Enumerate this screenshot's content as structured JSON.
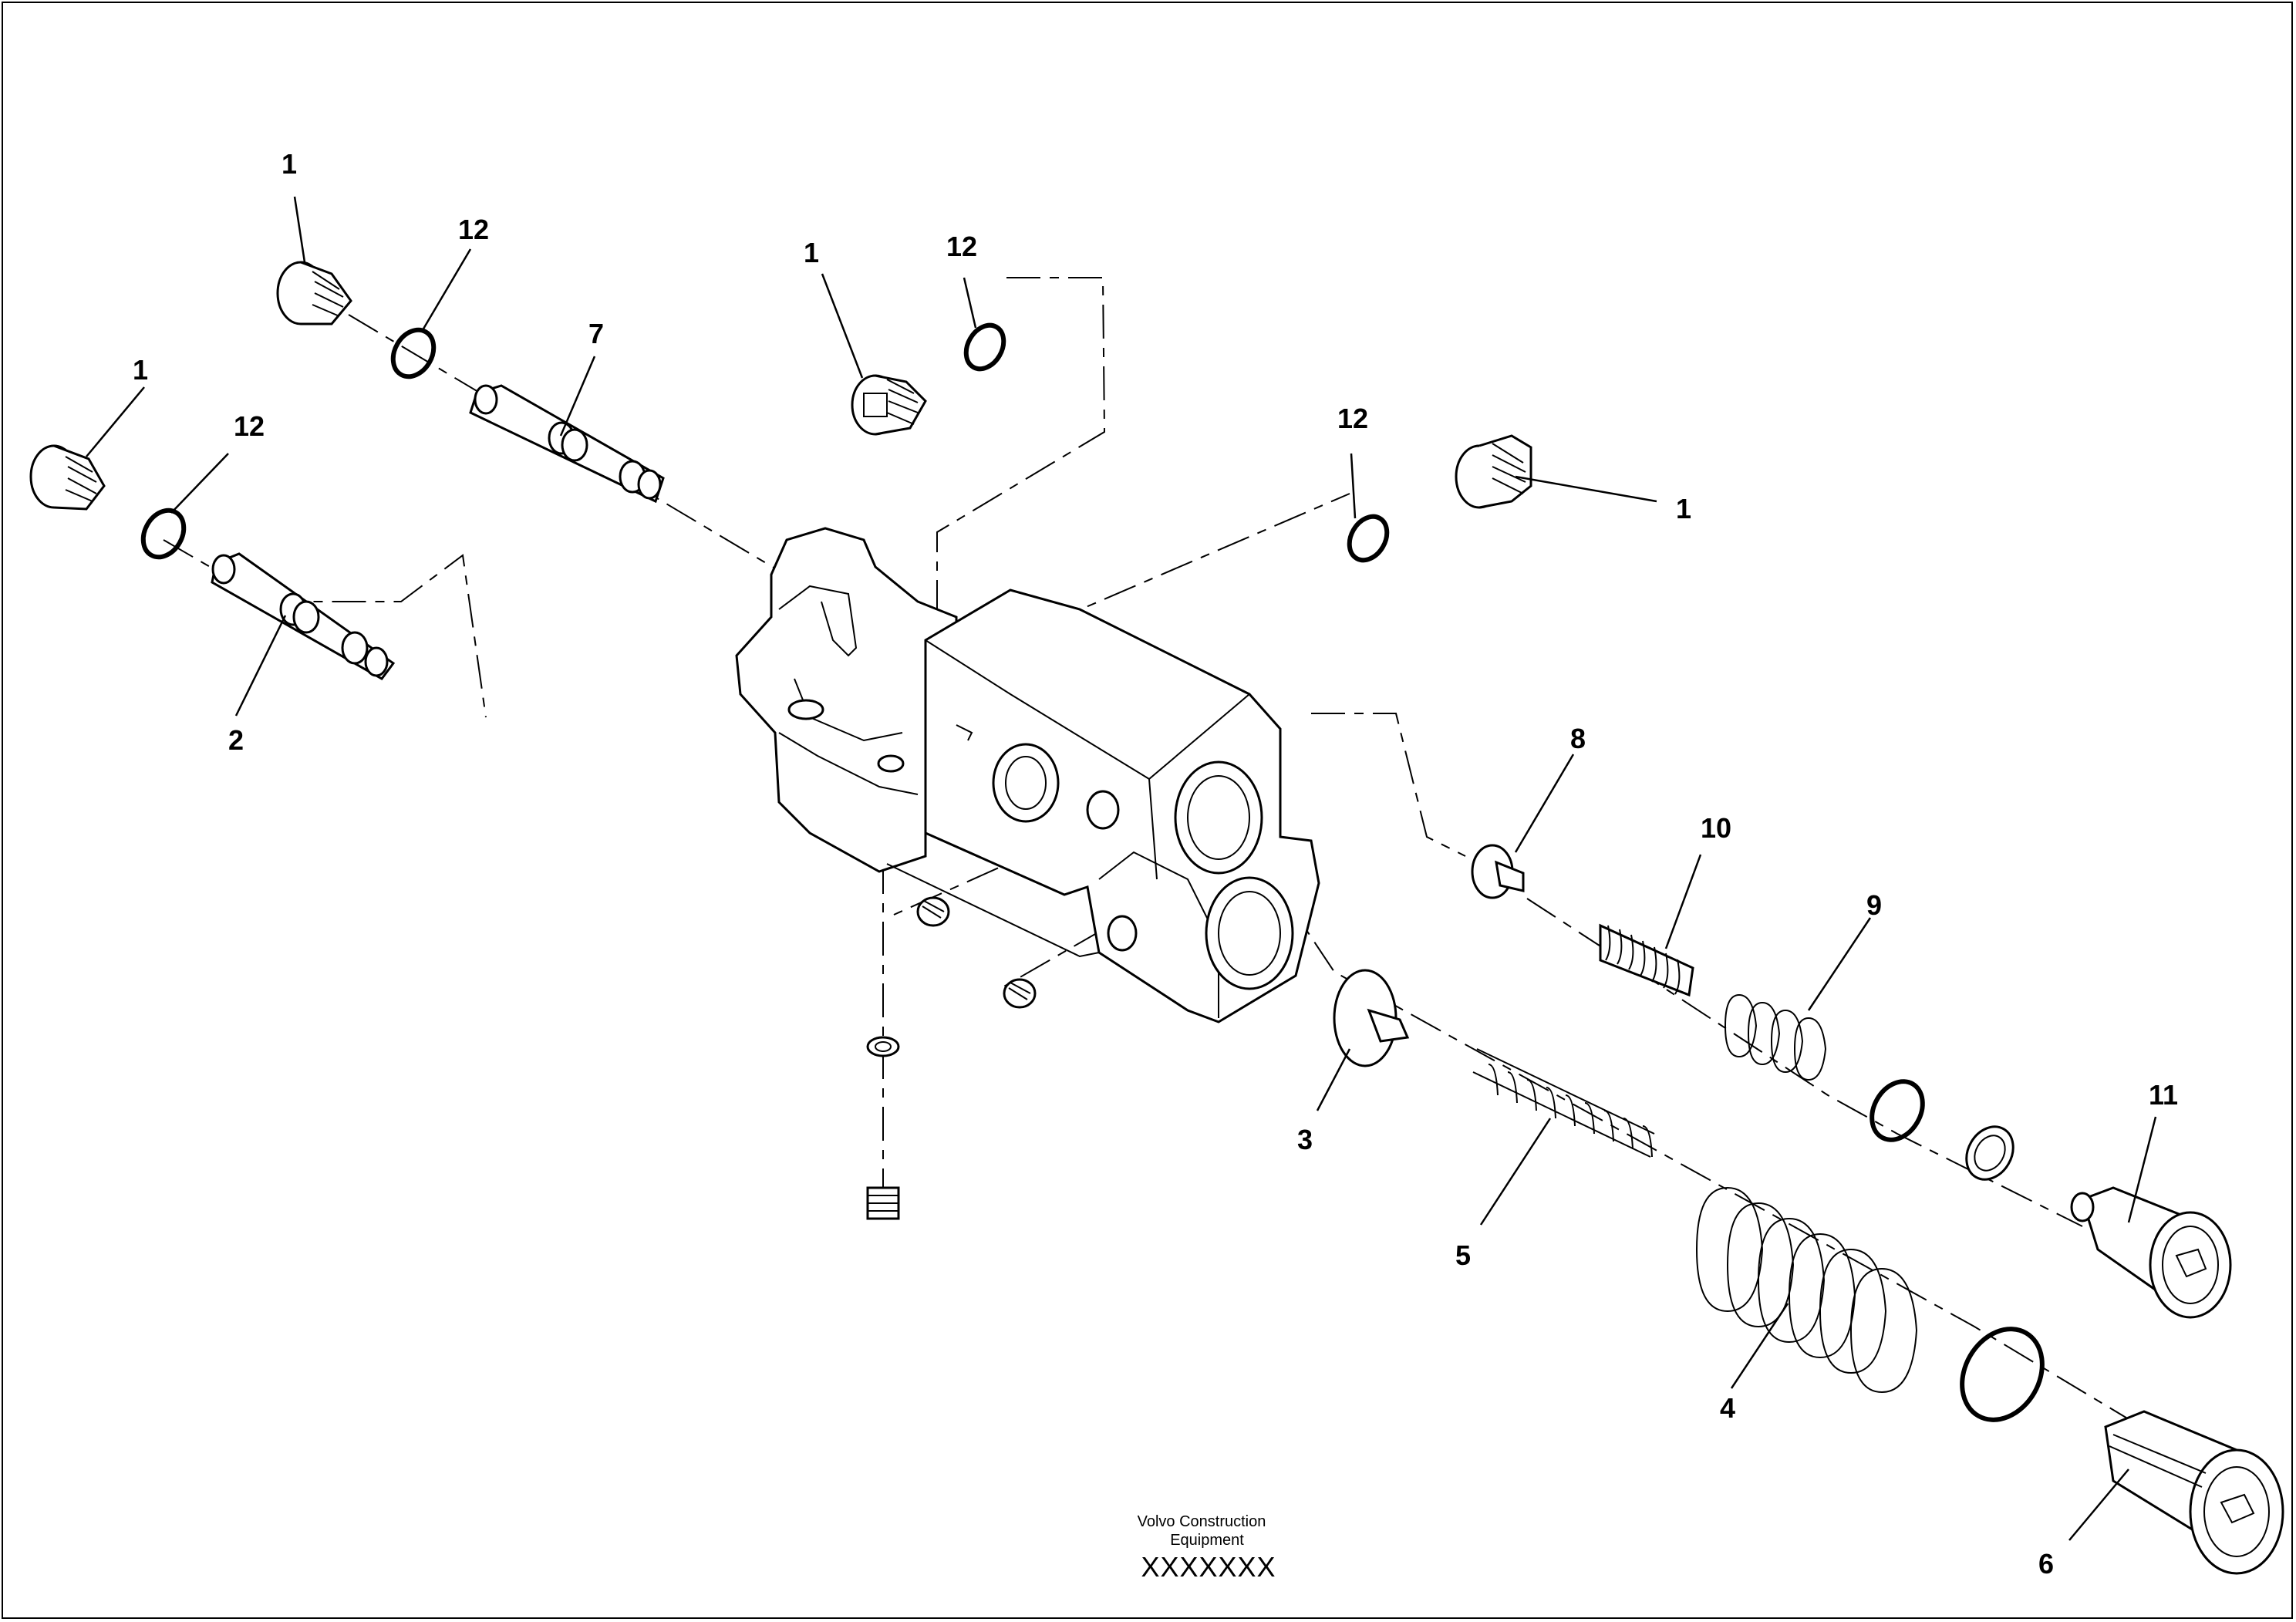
{
  "footer": {
    "maker_line1": "Volvo Construction",
    "maker_line2": "Equipment",
    "drawing_code": "XXXXXXX"
  },
  "callouts": [
    {
      "id": "c1a",
      "label": "1"
    },
    {
      "id": "c12a",
      "label": "12"
    },
    {
      "id": "c7",
      "label": "7"
    },
    {
      "id": "c1b",
      "label": "1"
    },
    {
      "id": "c12b",
      "label": "12"
    },
    {
      "id": "c1c",
      "label": "1"
    },
    {
      "id": "c12c",
      "label": "12"
    },
    {
      "id": "c2",
      "label": "2"
    },
    {
      "id": "c12d",
      "label": "12"
    },
    {
      "id": "c1d",
      "label": "1"
    },
    {
      "id": "c8",
      "label": "8"
    },
    {
      "id": "c10",
      "label": "10"
    },
    {
      "id": "c9",
      "label": "9"
    },
    {
      "id": "c11",
      "label": "11"
    },
    {
      "id": "c3",
      "label": "3"
    },
    {
      "id": "c5",
      "label": "5"
    },
    {
      "id": "c4",
      "label": "4"
    },
    {
      "id": "c6",
      "label": "6"
    }
  ]
}
